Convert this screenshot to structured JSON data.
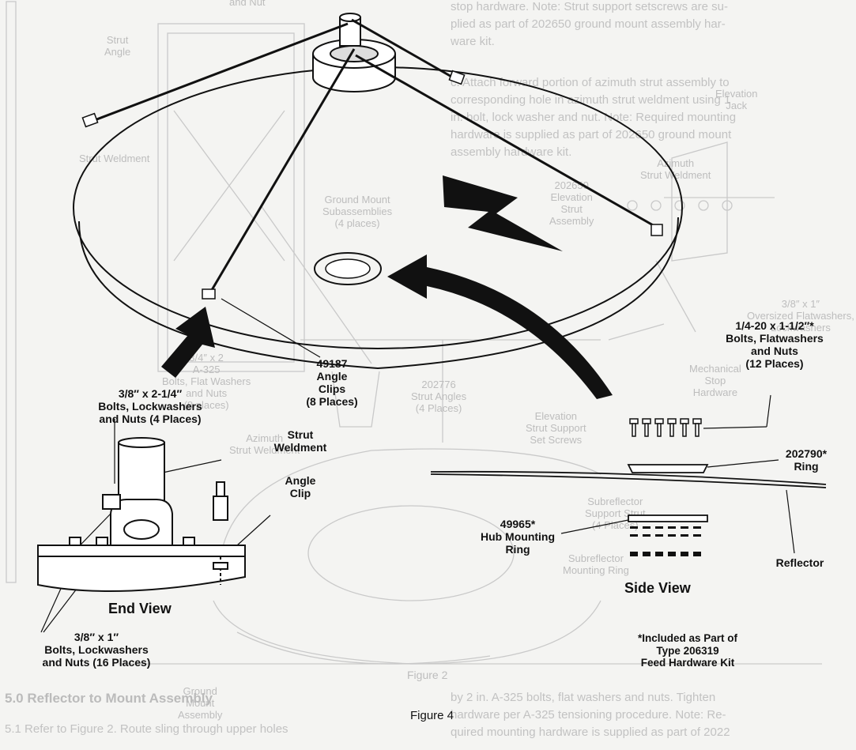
{
  "figure_caption": "Figure 4",
  "views": {
    "end_view": "End View",
    "side_view": "Side View"
  },
  "callouts": {
    "angle_clips": [
      "49187",
      "Angle",
      "Clips",
      "(8 Places)"
    ],
    "bolts_2_1_4": [
      "3/8″ x 2-1/4″",
      "Bolts, Lockwashers",
      "and Nuts (4 Places)"
    ],
    "strut_weldment": [
      "Strut",
      "Weldment"
    ],
    "angle_clip": [
      "Angle",
      "Clip"
    ],
    "bolts_1": [
      "3/8″ x 1″",
      "Bolts, Lockwashers",
      "and Nuts (16 Places)"
    ],
    "bolts_flat": [
      "1/4-20 x 1-1/2″*",
      "Bolts, Flatwashers",
      "and Nuts",
      "(12 Places)"
    ],
    "ring_202790": [
      "202790*",
      "Ring"
    ],
    "hub_ring": [
      "49965*",
      "Hub Mounting",
      "Ring"
    ],
    "reflector": [
      "Reflector"
    ],
    "included_note": [
      "*Included as Part of",
      "Type 206319",
      "Feed Hardware Kit"
    ]
  },
  "bleed_through": {
    "body_lines": [
      "stop hardware. Note: Strut support setscrews are su-",
      "plied as part of 202650 ground mount assembly har-",
      "ware kit.",
      "c. Attach forward portion of azimuth strut assembly to",
      "corresponding hole in azimuth strut weldment using 1",
      "in. bolt, lock washer and nut. Note: Required mounting",
      "hardware is supplied as part of 202650 ground mount",
      "assembly hardware kit."
    ],
    "section_heading": "5.0 Reflector to Mount Assembly",
    "para_5_1": "5.1 Refer to Figure 2. Route sling through upper holes",
    "bottom_right_lines": [
      "by 2 in. A-325 bolts, flat washers and nuts. Tighten",
      "hardware per A-325 tensioning procedure. Note: Re-",
      "quired mounting hardware is supplied as part of 2022"
    ],
    "figure_2": "Figure 2",
    "labels": [
      [
        "and Nut"
      ],
      [
        "Strut",
        "Angle"
      ],
      [
        "Strut Weldment"
      ],
      [
        "Ground Mount",
        "Subassemblies",
        "(4 places)"
      ],
      [
        "3/4″ x 2",
        "A-325",
        "Bolts, Flat Washers",
        "and Nuts",
        "(8 places)"
      ],
      [
        "202776",
        "Strut Angles",
        "(4 Places)"
      ],
      [
        "Azimuth",
        "Strut Weldment"
      ],
      [
        "Elevation",
        "Strut Support",
        "Set Screws"
      ],
      [
        "Subreflector",
        "Support Strut",
        "(4 Places)"
      ],
      [
        "Subreflector",
        "Mounting Ring"
      ],
      [
        "3/8″ x 1″",
        "Oversized Flatwashers,",
        "Lockwashers"
      ],
      [
        "Mechanical",
        "Stop",
        "Hardware"
      ],
      [
        "202650",
        "Elevation",
        "Strut",
        "Assembly"
      ],
      [
        "Elevation",
        "Jack"
      ],
      [
        "Ground",
        "Mount",
        "Assembly"
      ],
      [
        "Azimuth",
        "Strut Weldment"
      ]
    ]
  }
}
